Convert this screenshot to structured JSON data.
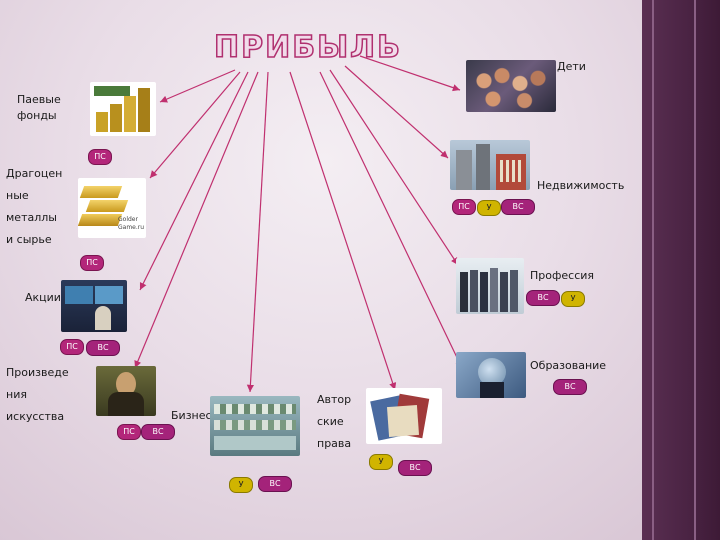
{
  "title": "ПРИБЫЛЬ",
  "labels": {
    "deti": "Дети",
    "paevye": "Паевые\nфонды",
    "dragocen": "Драгоцен\nные\nметаллы\nи сырье",
    "nedvizh": "Недвижимость",
    "professiya": "Профессия",
    "akcii": "Акции",
    "obrazovanie": "Образование",
    "proizvedeniya": "Произведе\nния\nискусства",
    "biznes": "Бизнес",
    "avtorskie": "Автор\nские\nправа"
  },
  "badges": {
    "ps": "ПС",
    "vs": "ВС",
    "u": "У"
  },
  "image_texts": {
    "gold_logo": "Golder\nGame.ru"
  },
  "colors": {
    "arrow": "#c0306f",
    "badge_ps": "#b3267a",
    "badge_vs": "#a4237a",
    "badge_u": "#d0b400",
    "sidebar": "#4a2343"
  }
}
